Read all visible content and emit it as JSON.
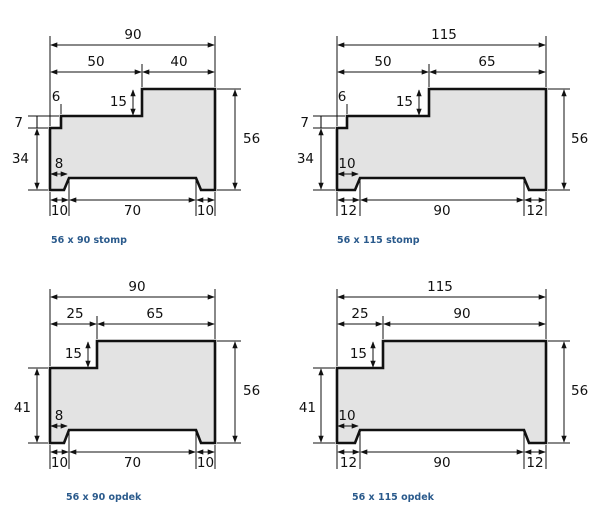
{
  "colors": {
    "profile_fill": "#e3e3e3",
    "line": "#111111",
    "caption": "#2a5a8c",
    "background": "#ffffff"
  },
  "profiles": [
    {
      "caption": "56 x 90 stomp",
      "overall_width": "90",
      "top_segments": [
        "50",
        "40"
      ],
      "step": "15",
      "height": "56",
      "rebate_width": "6",
      "rebate_height": "7",
      "left_height": "34",
      "groove_depth": "8",
      "bottom_segments": [
        "10",
        "70",
        "10"
      ]
    },
    {
      "caption": "56 x 115 stomp",
      "overall_width": "115",
      "top_segments": [
        "50",
        "65"
      ],
      "step": "15",
      "height": "56",
      "rebate_width": "6",
      "rebate_height": "7",
      "left_height": "34",
      "groove_depth": "10",
      "bottom_segments": [
        "12",
        "90",
        "12"
      ]
    },
    {
      "caption": "56 x 90 opdek",
      "overall_width": "90",
      "top_segments": [
        "25",
        "65"
      ],
      "step": "15",
      "height": "56",
      "left_height": "41",
      "groove_depth": "8",
      "bottom_segments": [
        "10",
        "70",
        "10"
      ]
    },
    {
      "caption": "56 x 115 opdek",
      "overall_width": "115",
      "top_segments": [
        "25",
        "90"
      ],
      "step": "15",
      "height": "56",
      "left_height": "41",
      "groove_depth": "10",
      "bottom_segments": [
        "12",
        "90",
        "12"
      ]
    }
  ]
}
